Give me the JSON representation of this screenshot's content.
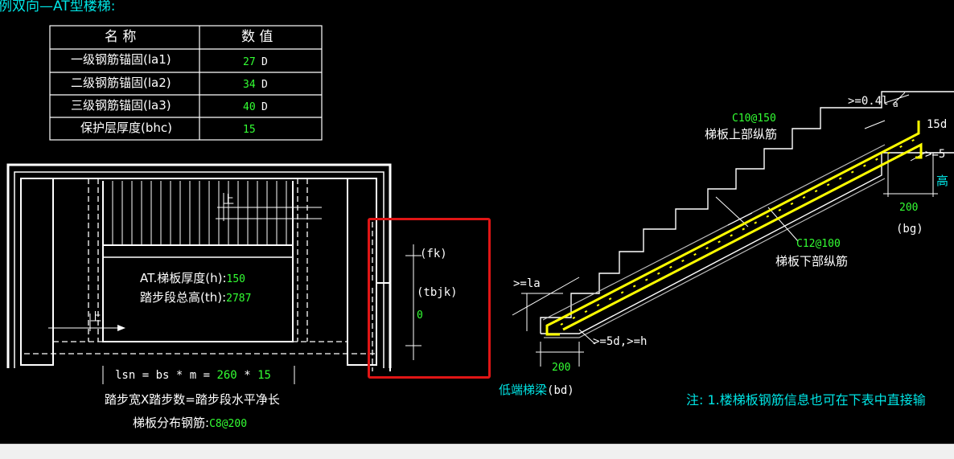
{
  "title": "例双向—AT型楼梯:",
  "table": {
    "headers": [
      "名 称",
      "数 值"
    ],
    "rows": [
      {
        "name": "一级钢筋锚固(la1)",
        "value": "27",
        "unit": "D"
      },
      {
        "name": "二级钢筋锚固(la2)",
        "value": "34",
        "unit": "D"
      },
      {
        "name": "三级钢筋锚固(la3)",
        "value": "40",
        "unit": "D"
      },
      {
        "name": "保护层厚度(bhc)",
        "value": "15",
        "unit": ""
      }
    ]
  },
  "plan": {
    "up_label": "上",
    "thickness_label": "AT.梯板厚度(h):",
    "thickness_value": "150",
    "height_label": "踏步段总高(th):",
    "height_value": "2787",
    "lsn_prefix": "lsn = bs * m =",
    "lsn_bs": "260",
    "lsn_op": "*",
    "lsn_m": "15",
    "lsn_caption": "踏步宽X踏步数=踏步段水平净长",
    "dist_label": "梯板分布钢筋:",
    "dist_value": "C8@200"
  },
  "section_box": {
    "fk": "(fk)",
    "tbjk": "(tbjk)",
    "value": "0"
  },
  "section": {
    "top_rebar_spec": "C10@150",
    "top_rebar_label": "梯板上部纵筋",
    "bottom_rebar_spec": "C12@100",
    "bottom_rebar_label": "梯板下部纵筋",
    "ge_04l": ">=0.4l",
    "la_small": "a",
    "ge_15d": "15d",
    "ge_5_right": ">=5",
    "high_cut": "高",
    "dim_200_right": "200",
    "bg": "(bg)",
    "ge_la": ">=la",
    "ge_5d_h": ">=5d,>=h",
    "dim_200_left": "200",
    "low_beam": "低端梯梁",
    "bd": "(bd)"
  },
  "note": "注: 1.楼梯板钢筋信息也可在下表中直接输",
  "colors": {
    "background": "#000000",
    "line": "#ffffff",
    "value": "#33ff33",
    "cyan": "#00e5e5",
    "rebar": "#ffff00",
    "highlight": "#e01515"
  }
}
